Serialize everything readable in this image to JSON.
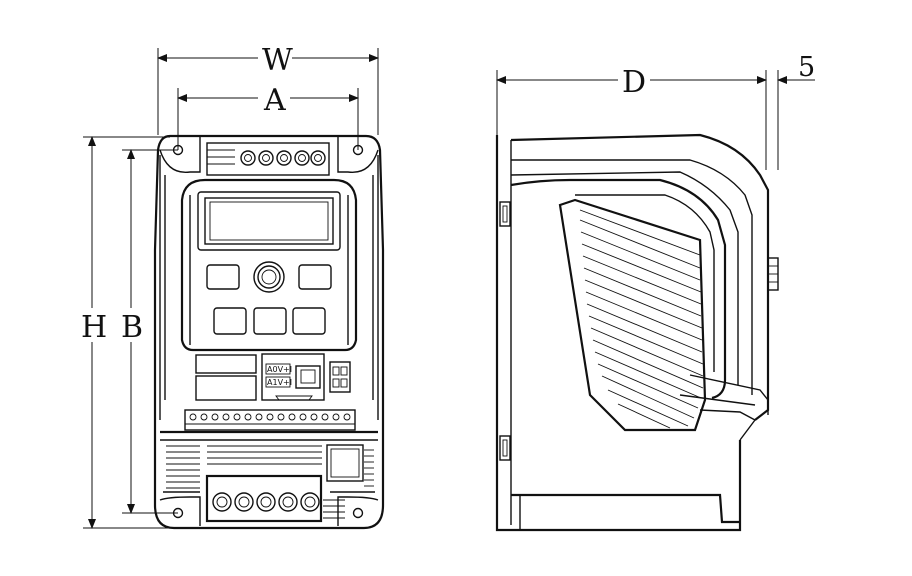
{
  "dimensions": {
    "width": "W",
    "mount_width": "A",
    "height": "H",
    "mount_height": "B",
    "depth": "D",
    "offset": "5"
  },
  "front_panel": {
    "port_label_top": "A0V+I",
    "port_label_bottom": "A1V+I"
  }
}
